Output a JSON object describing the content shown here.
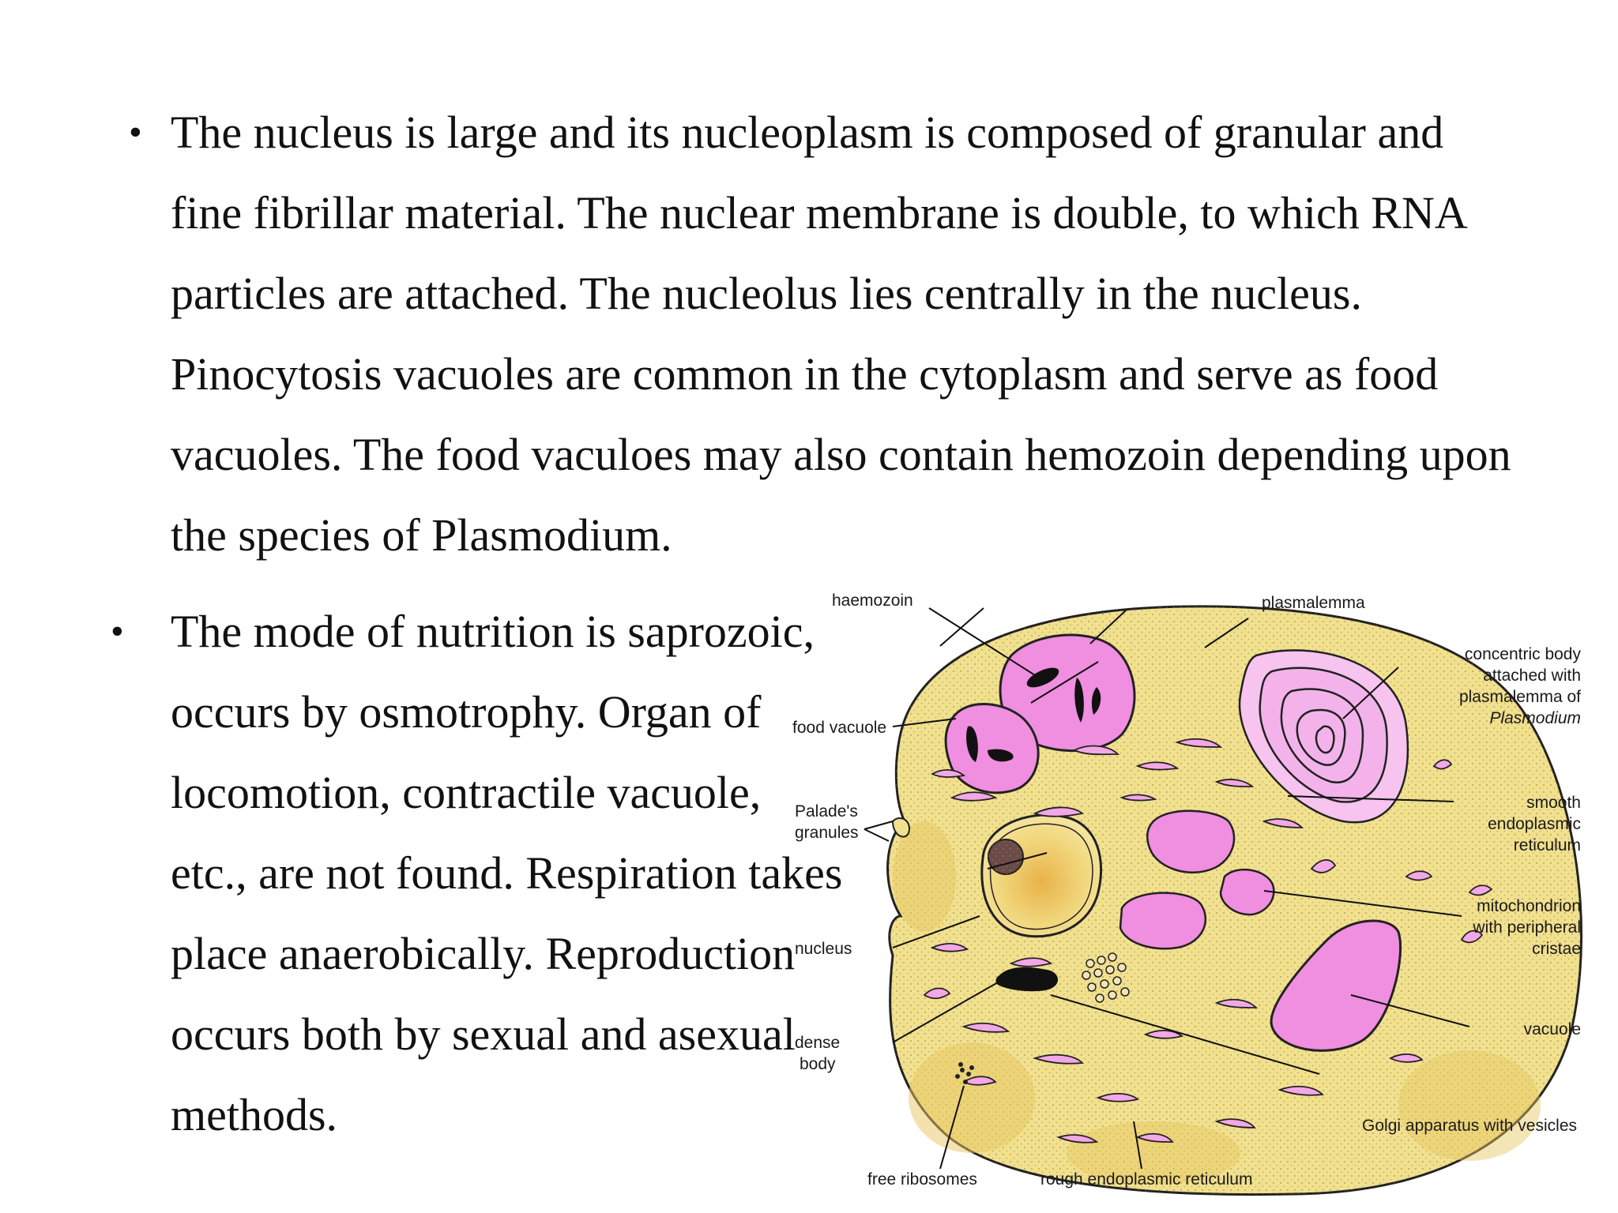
{
  "paragraph1": {
    "bullet": "•",
    "lines": [
      "The nucleus is large and its nucleoplasm is composed of granular and",
      "fine fibrillar material. The nuclear membrane is double, to which RNA",
      "particles are attached. The nucleolus lies centrally in the nucleus.",
      "Pinocytosis vacuoles are common in the cytoplasm and serve as food",
      "vacuoles. The food vaculoes may also contain hemozoin depending upon",
      "the species of Plasmodium."
    ]
  },
  "paragraph2": {
    "bullet": "•",
    "lines": [
      "The mode of nutrition is saprozoic,",
      "occurs by osmotrophy. Organ of",
      "locomotion, contractile vacuole,",
      "etc., are not found. Respiration takes",
      "place anaerobically. Reproduction",
      "occurs both by sexual and asexual",
      "methods."
    ]
  },
  "diagram": {
    "colors": {
      "cytoplasm": "#f1e08e",
      "cytoplasm_dark": "#e7c560",
      "organelle_pink": "#f08ee0",
      "organelle_light": "#f6c4ef",
      "outline": "#222222"
    },
    "labels": {
      "haemozoin": "haemozoin",
      "plasmalemma": "plasmalemma",
      "concentric_1": "concentric body",
      "concentric_2": "attached with",
      "concentric_3": "plasmalemma of",
      "concentric_4": "Plasmodium",
      "food_vacuole": "food vacuole",
      "palades_1": "Palade's",
      "palades_2": "granules",
      "smooth_1": "smooth",
      "smooth_2": "endoplasmic",
      "smooth_3": "reticulum",
      "mito_1": "mitochondrion",
      "mito_2": "with peripheral",
      "mito_3": "cristae",
      "nucleus": "nucleus",
      "vacuole": "vacuole",
      "dense_1": "dense",
      "dense_2": "body",
      "golgi": "Golgi apparatus with vesicles",
      "free_ribosomes": "free ribosomes",
      "rough_er": "rough endoplasmic reticulum"
    }
  }
}
